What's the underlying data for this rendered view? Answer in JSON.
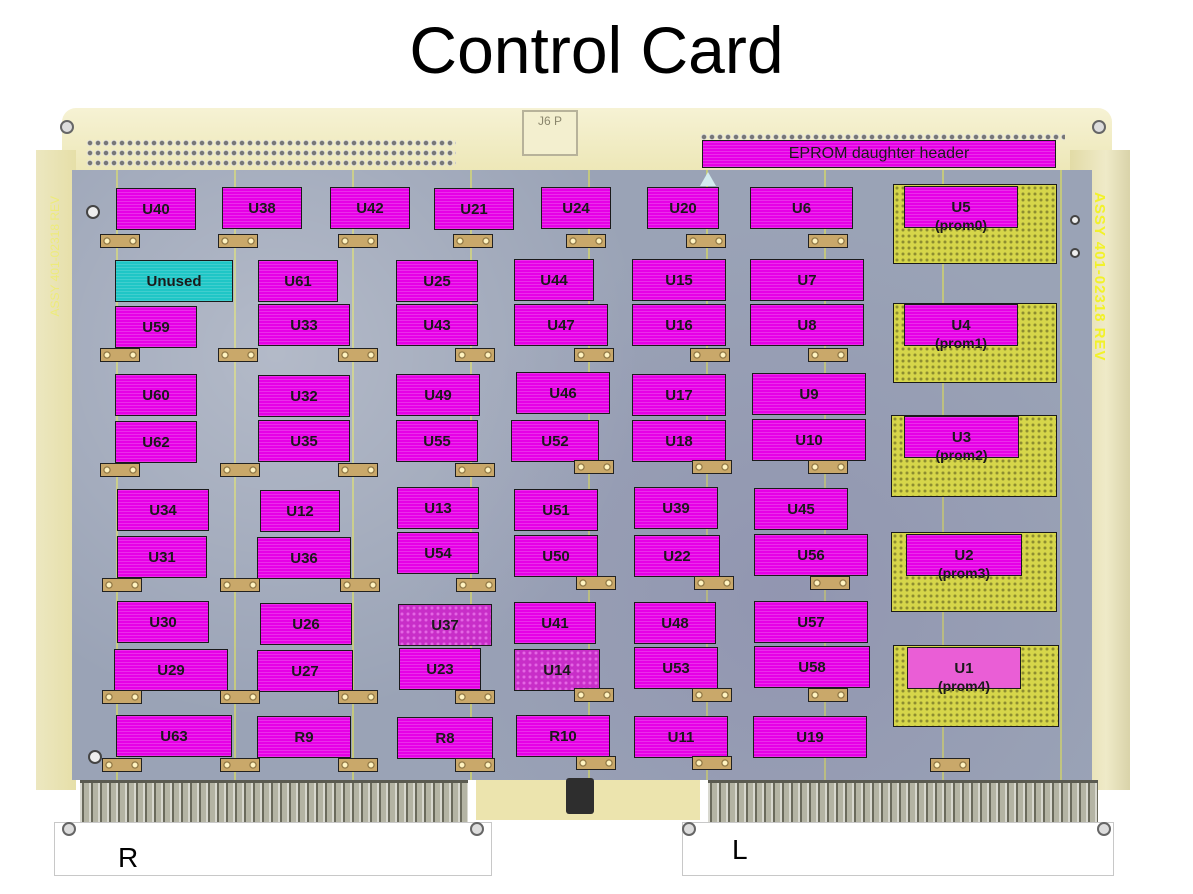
{
  "title": "Control Card",
  "header": {
    "eprom_label": "EPROM daughter header",
    "jumper_text": "J6 P"
  },
  "board_label": "ASSY 401-02318 REV",
  "chips": {
    "r1": [
      "U40",
      "U38",
      "U42",
      "U21",
      "U24",
      "U20",
      "U6"
    ],
    "r2": [
      "Unused",
      "U61",
      "U25",
      "U44",
      "U15",
      "U7"
    ],
    "r3": [
      "U59",
      "U33",
      "U43",
      "U47",
      "U16",
      "U8"
    ],
    "r4": [
      "U60",
      "U32",
      "U49",
      "U46",
      "U17",
      "U9"
    ],
    "r5": [
      "U62",
      "U35",
      "U55",
      "U52",
      "U18",
      "U10"
    ],
    "r6": [
      "U34",
      "U12",
      "U13",
      "U51",
      "U39",
      "U45"
    ],
    "r7": [
      "U31",
      "U36",
      "U54",
      "U50",
      "U22",
      "U56"
    ],
    "r8": [
      "U30",
      "U26",
      "U37",
      "U41",
      "U48",
      "U57"
    ],
    "r9": [
      "U29",
      "U27",
      "U23",
      "U14",
      "U53",
      "U58"
    ],
    "r10": [
      "U63",
      "R9",
      "R8",
      "R10",
      "U11",
      "U19"
    ]
  },
  "proms": [
    {
      "id": "U5",
      "name": "(prom0)"
    },
    {
      "id": "U4",
      "name": "(prom1)"
    },
    {
      "id": "U3",
      "name": "(prom2)"
    },
    {
      "id": "U2",
      "name": "(prom3)"
    },
    {
      "id": "U1",
      "name": "(prom4)"
    }
  ],
  "connectors": {
    "right_label": "R",
    "left_label": "L"
  },
  "colors": {
    "chip": "#e600e6",
    "unused": "#1fc6c6",
    "socket": "#d6d64a",
    "trace": "#f2f22a"
  }
}
